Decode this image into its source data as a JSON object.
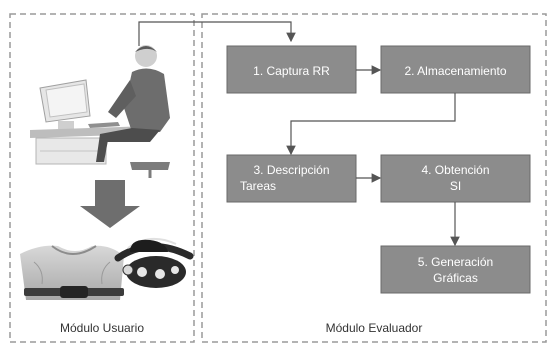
{
  "modules": {
    "user_label": "Módulo Usuario",
    "evaluator_label": "Módulo Evaluador"
  },
  "steps": {
    "capture": {
      "line1": "1. Captura RR"
    },
    "storage": {
      "line1": "2. Almacenamiento"
    },
    "tasks": {
      "line1": "3. Descripción",
      "line2": "Tareas"
    },
    "si": {
      "line1": "4. Obtención",
      "line2": "SI"
    },
    "graphics": {
      "line1": "5. Generación",
      "line2": "Gráficas"
    }
  },
  "colors": {
    "box_fill": "#8c8c8c",
    "box_stroke": "#6a6a6a",
    "box_text": "#ffffff",
    "connector": "#555555",
    "dashed_border": "#9a9a9a",
    "label_text": "#333333"
  },
  "icons": {
    "user_workstation": "person-at-computer-icon",
    "down_arrow": "down-arrow-icon",
    "chest_strap": "heart-rate-chest-strap-icon",
    "sensor_headband": "sensor-headband-icon"
  }
}
